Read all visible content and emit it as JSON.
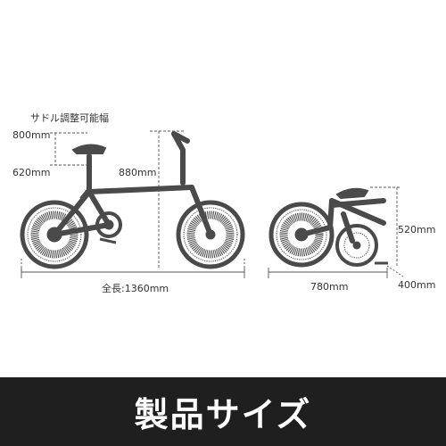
{
  "labels": {
    "saddle_adjust": "サドル調整可能幅",
    "saddle_max": "800mm",
    "saddle_min": "620mm",
    "height": "880mm",
    "total_length": "全長:1360mm",
    "folded_height": "520mm",
    "folded_length": "780mm",
    "folded_width": "400mm"
  },
  "banner": {
    "title": "製品サイズ"
  },
  "colors": {
    "bike": "#4a4a4a",
    "dimension_line": "#555555",
    "banner_bg": "#1f1f1f",
    "banner_text": "#ffffff"
  }
}
